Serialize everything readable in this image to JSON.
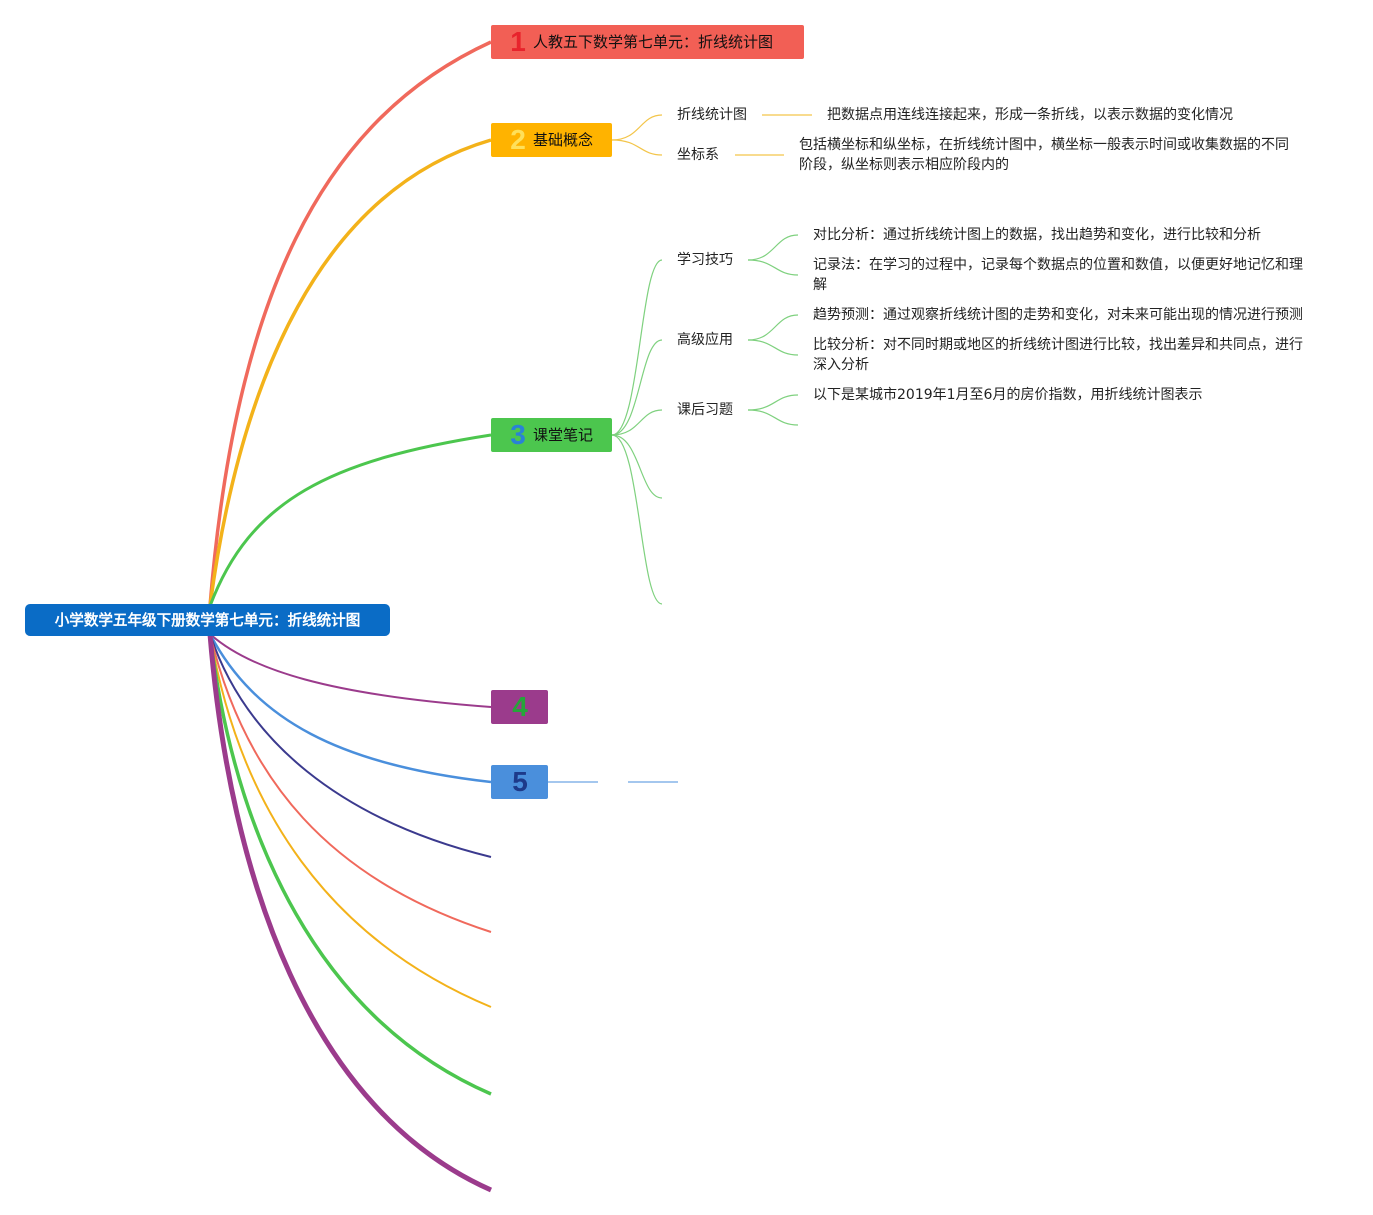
{
  "root": {
    "label": "小学数学五年级下册数学第七单元：折线统计图"
  },
  "colors": {
    "root": "#0a6cc6",
    "topic1": "#f25f55",
    "topic2": "#ffb300",
    "topic3": "#4cc64e",
    "topic4": "#9b3b8c",
    "topic5": "#4a8fdc",
    "branch_navy": "#3b3a8e"
  },
  "topics": [
    {
      "num": "1",
      "label": "人教五下数学第七单元：折线统计图"
    },
    {
      "num": "2",
      "label": "基础概念",
      "children": [
        {
          "label": "折线统计图",
          "detail": "把数据点用连线连接起来，形成一条折线，以表示数据的变化情况"
        },
        {
          "label": "坐标系",
          "detail": "包括横坐标和纵坐标，在折线统计图中，横坐标一般表示时间或收集数据的不同阶段，纵坐标则表示相应阶段内的"
        }
      ]
    },
    {
      "num": "3",
      "label": "课堂笔记",
      "children": [
        {
          "label": "学习技巧",
          "details": [
            "对比分析：通过折线统计图上的数据，找出趋势和变化，进行比较和分析",
            "记录法：在学习的过程中，记录每个数据点的位置和数值，以便更好地记忆和理解"
          ]
        },
        {
          "label": "高级应用",
          "details": [
            "趋势预测：通过观察折线统计图的走势和变化，对未来可能出现的情况进行预测",
            "比较分析：对不同时期或地区的折线统计图进行比较，找出差异和共同点，进行深入分析"
          ]
        },
        {
          "label": "课后习题",
          "details": [
            "以下是某城市2019年1月至6月的房价指数，用折线统计图表示"
          ]
        }
      ]
    },
    {
      "num": "4",
      "label": ""
    },
    {
      "num": "5",
      "label": ""
    }
  ]
}
